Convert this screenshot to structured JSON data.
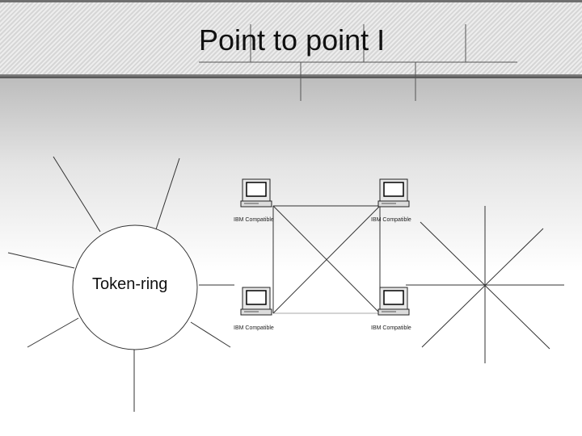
{
  "slide": {
    "title": "Point to point I"
  },
  "token_ring": {
    "label": "Token-ring"
  },
  "computers": [
    {
      "label": "IBM Compatible",
      "icon": "desktop-computer-icon"
    },
    {
      "label": "IBM Compatible",
      "icon": "desktop-computer-icon"
    },
    {
      "label": "IBM Compatible",
      "icon": "desktop-computer-icon"
    },
    {
      "label": "IBM Compatible",
      "icon": "desktop-computer-icon"
    }
  ],
  "colors": {
    "line": "#333333",
    "title_text": "#111111",
    "band_dark": "#6f6f6f"
  }
}
